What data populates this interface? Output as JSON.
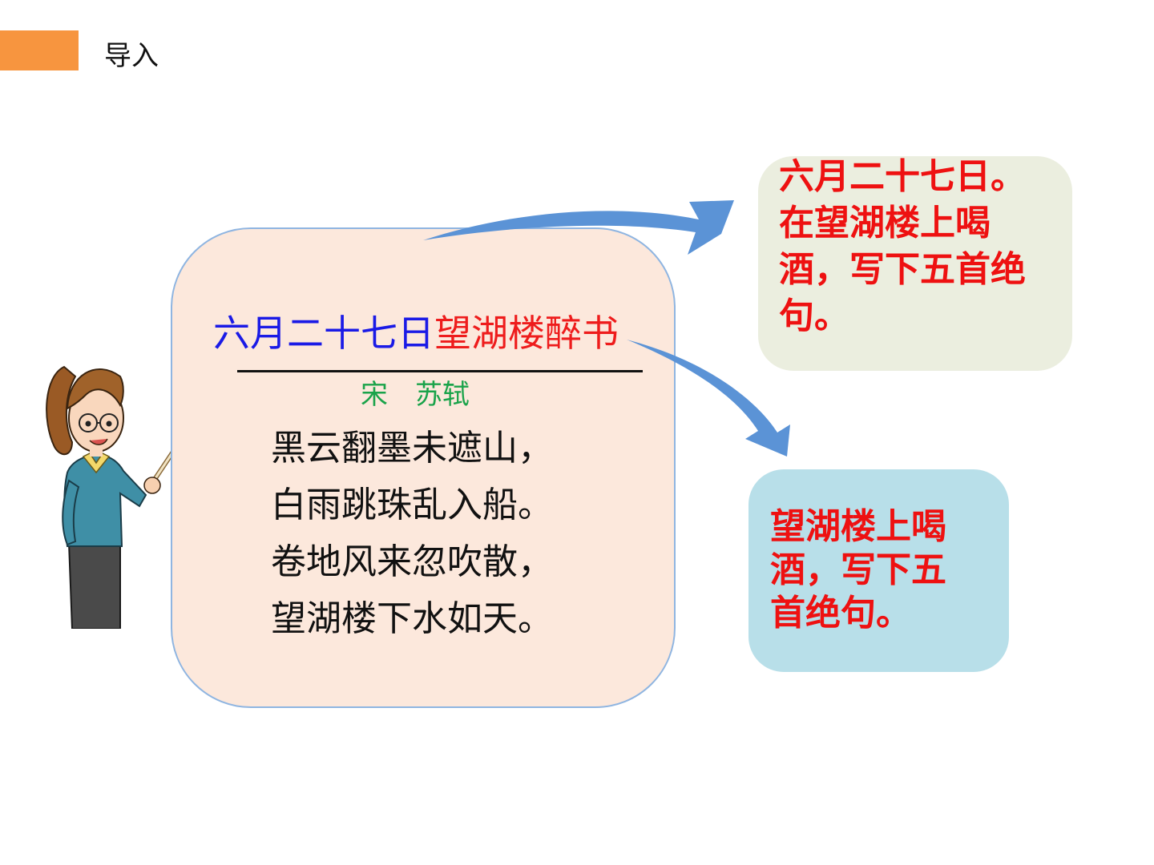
{
  "header": {
    "title": "导入",
    "accent_color": "#f7953f"
  },
  "poem": {
    "title_date": "六月二十七日",
    "title_place": "望湖楼醉书",
    "author": "宋　苏轼",
    "lines": [
      "黑云翻墨未遮山，",
      "白雨跳珠乱入船。",
      "卷地风来忽吹散，",
      "望湖楼下水如天。"
    ],
    "colors": {
      "date": "#1a1ae6",
      "place": "#ee1c1c",
      "author": "#1aa34a",
      "card_background": "#fce8dc",
      "card_border": "#8fb5e1"
    }
  },
  "notes": {
    "top": {
      "text": "六月二十七日。在望湖楼上喝酒，写下五首绝句。",
      "background": "#ebeedf"
    },
    "bottom": {
      "text": "望湖楼上喝酒，写下五首绝句。",
      "background": "#b8dfe9"
    },
    "text_color": "#ee1111",
    "arrow_color": "#5b93d6"
  },
  "illustration": {
    "icon": "teacher-pointing-icon"
  }
}
